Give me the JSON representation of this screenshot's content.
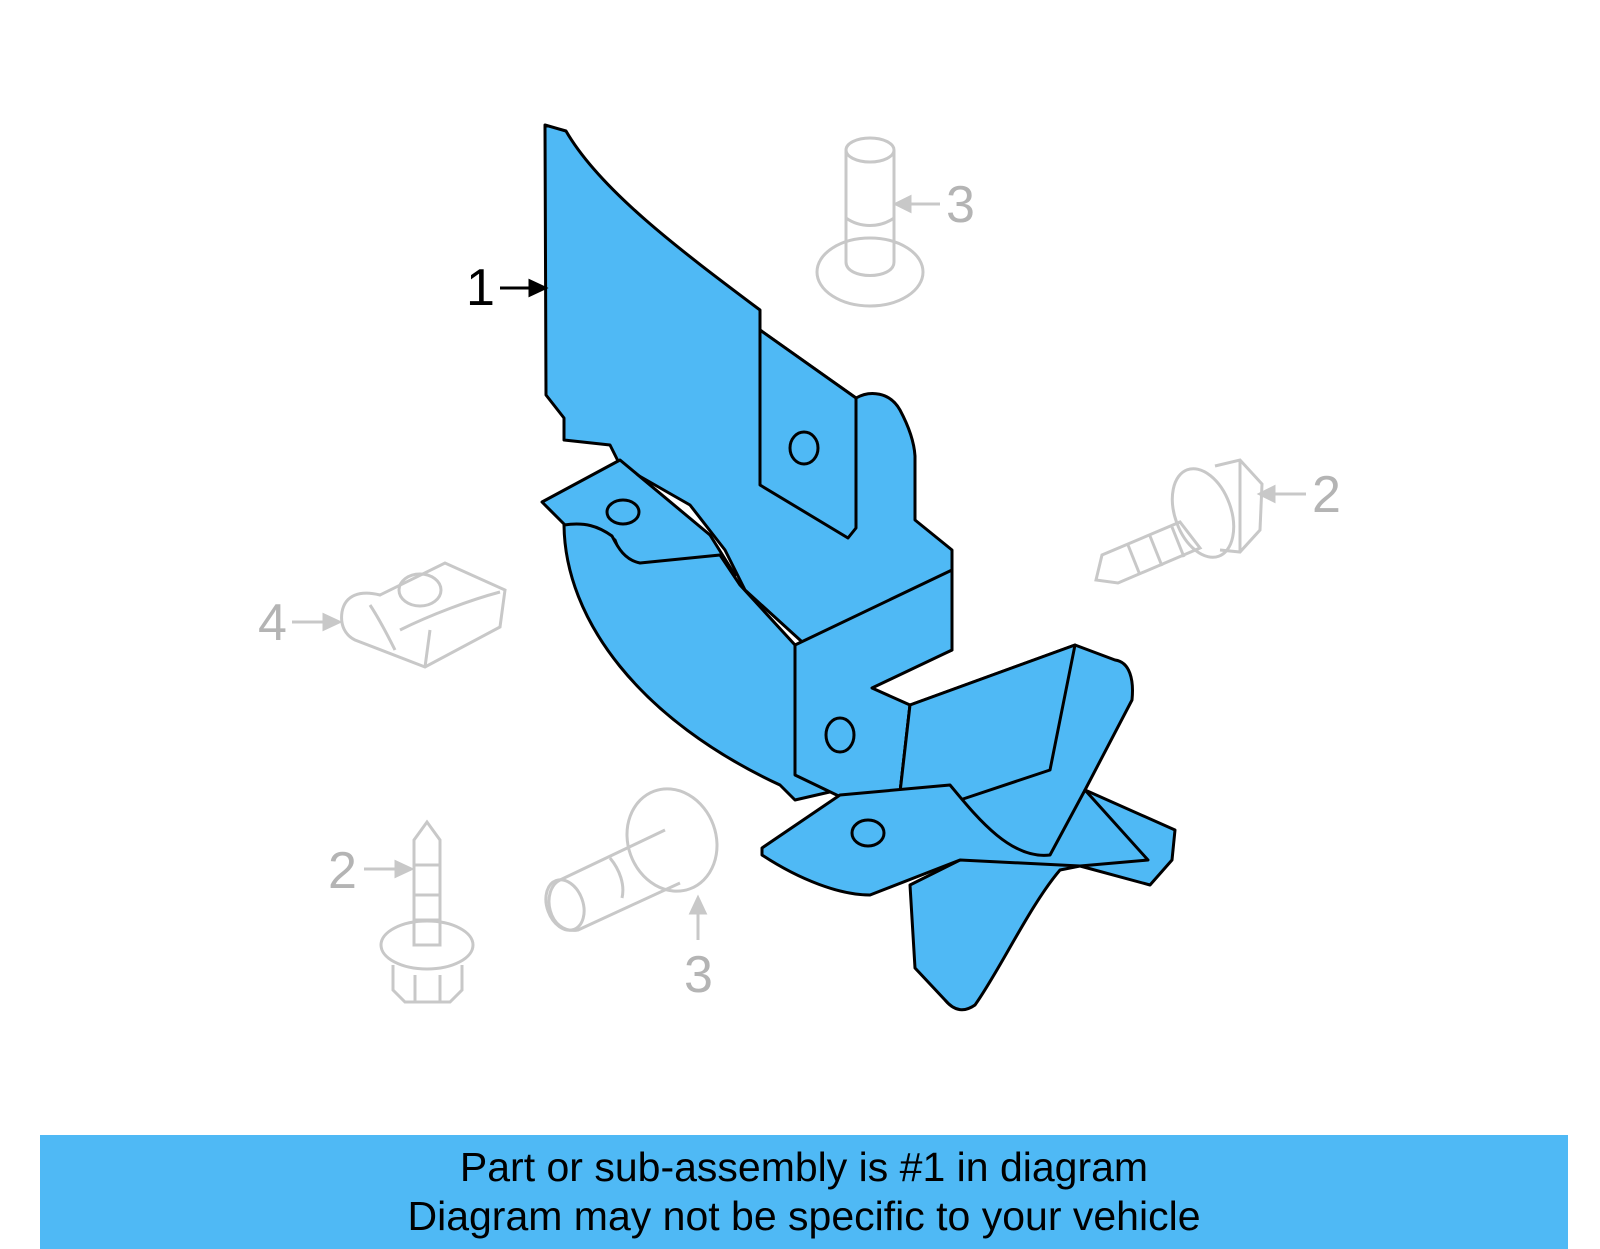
{
  "colors": {
    "highlight": "#4fb9f5",
    "outline": "#000000",
    "ghost": "#c8c8c8",
    "ghost_text": "#b4b4b4"
  },
  "callouts": {
    "part_1": "1",
    "part_2_upper": "2",
    "part_2_lower": "2",
    "part_3_upper": "3",
    "part_3_lower": "3",
    "part_4": "4"
  },
  "banner": {
    "line1": "Part or sub-assembly is #1 in diagram",
    "line2": "Diagram may not be specific to your vehicle"
  }
}
